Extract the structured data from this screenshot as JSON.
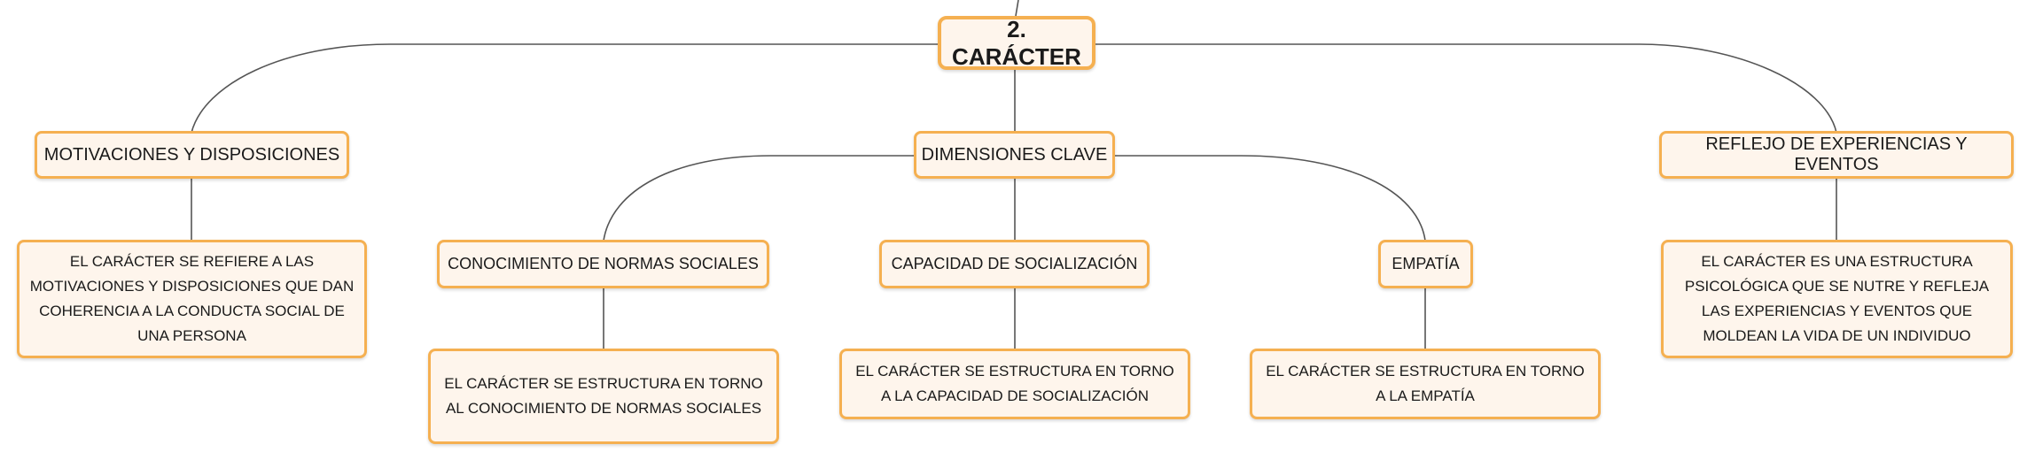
{
  "map": {
    "root": {
      "label": "2. CARÁCTER"
    },
    "branches": [
      {
        "label": "MOTIVACIONES Y DISPOSICIONES",
        "detail": "EL CARÁCTER SE REFIERE A LAS MOTIVACIONES Y DISPOSICIONES QUE DAN COHERENCIA A LA CONDUCTA SOCIAL DE UNA PERSONA"
      },
      {
        "label": "DIMENSIONES CLAVE",
        "children": [
          {
            "label": "CONOCIMIENTO DE NORMAS SOCIALES",
            "detail": "EL CARÁCTER SE ESTRUCTURA EN TORNO AL CONOCIMIENTO DE NORMAS SOCIALES"
          },
          {
            "label": "CAPACIDAD DE SOCIALIZACIÓN",
            "detail": "EL CARÁCTER SE ESTRUCTURA EN TORNO A LA CAPACIDAD DE SOCIALIZACIÓN"
          },
          {
            "label": "EMPATÍA",
            "detail": "EL CARÁCTER SE ESTRUCTURA EN TORNO A LA EMPATÍA"
          }
        ]
      },
      {
        "label": "REFLEJO DE EXPERIENCIAS Y EVENTOS",
        "detail": "EL CARÁCTER ES UNA ESTRUCTURA PSICOLÓGICA QUE SE NUTRE Y REFLEJA LAS EXPERIENCIAS Y EVENTOS QUE MOLDEAN LA VIDA DE UN INDIVIDUO"
      }
    ]
  },
  "colors": {
    "border": "#f5b051",
    "fill": "#fef5ec",
    "line": "#555555"
  }
}
